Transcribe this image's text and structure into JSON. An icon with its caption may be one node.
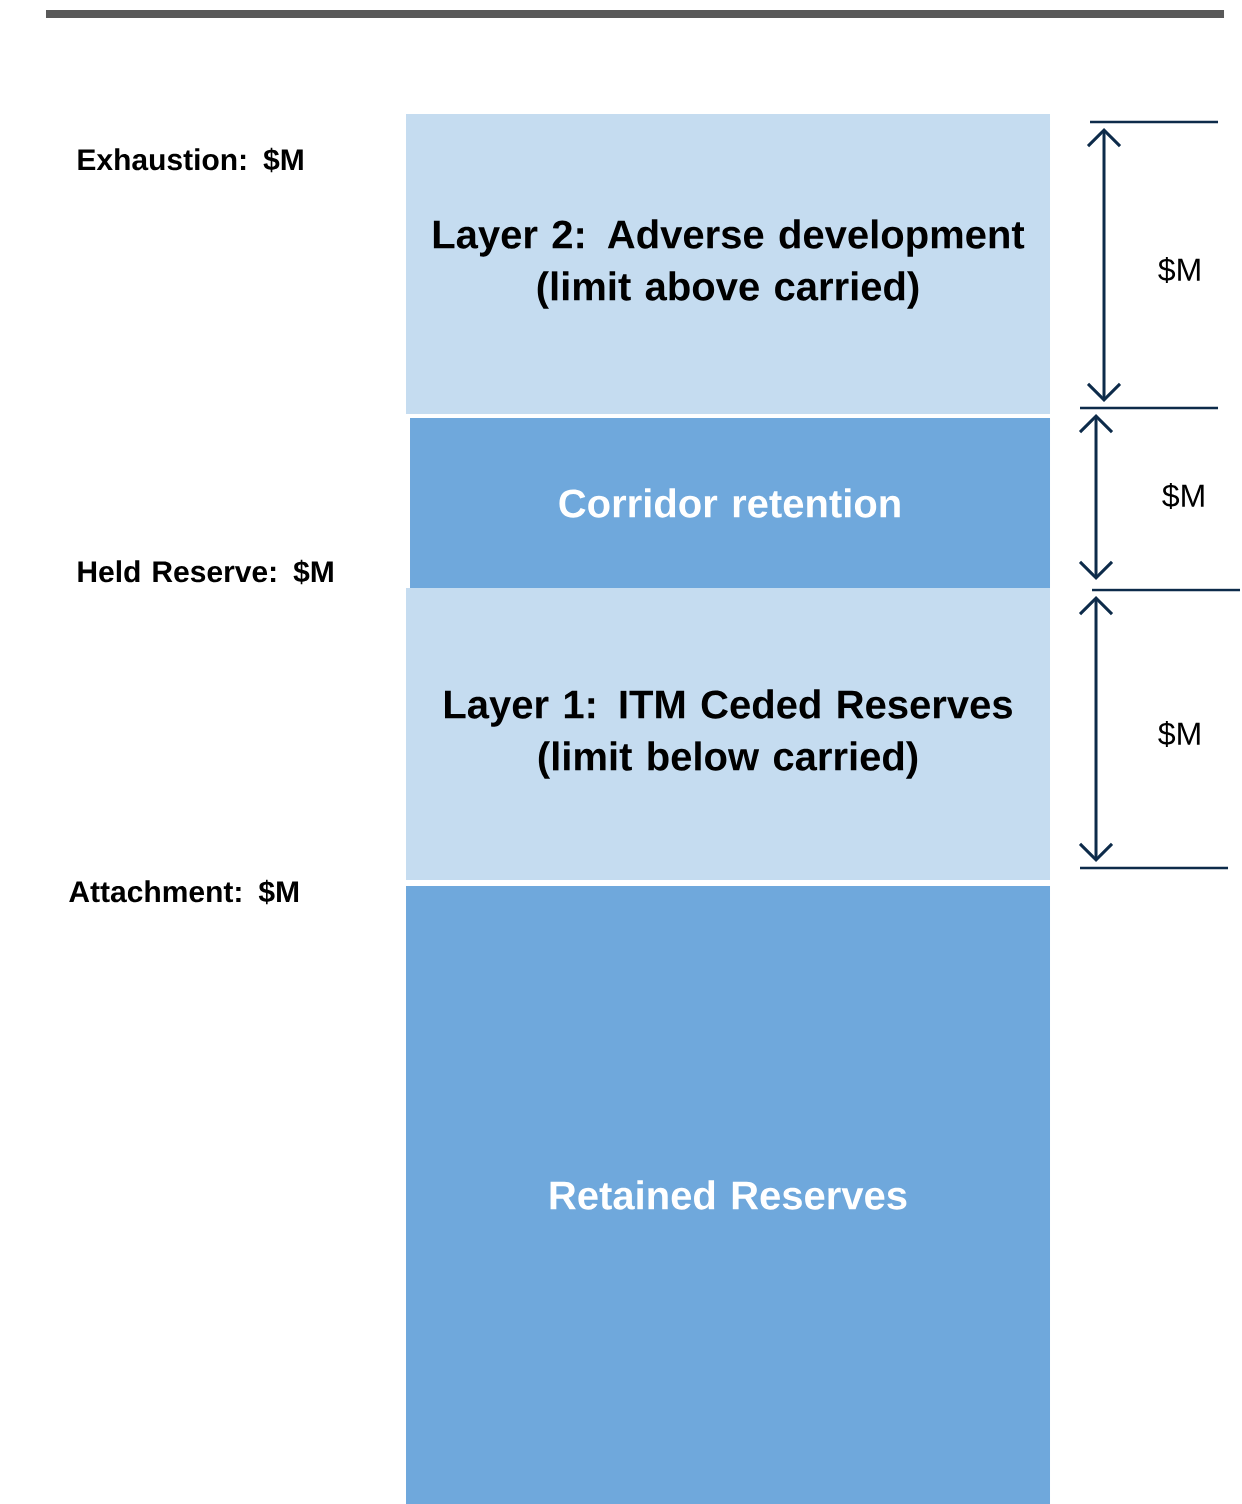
{
  "diagram": {
    "nodes": [
      {
        "text": [
          "Layer 2: Adverse development (limit above carried)"
        ]
      },
      {
        "text": [
          "Corridor retention"
        ]
      },
      {
        "text": [
          "Layer 1: ITM Ceded Reserves (limit below carried)"
        ]
      },
      {
        "text": [
          "Retained Reserves"
        ]
      }
    ],
    "labels": [
      "Exhaustion: $M",
      "$M",
      "$M",
      "Held Reserve: $M",
      "$M",
      "Attachment: $M"
    ]
  }
}
